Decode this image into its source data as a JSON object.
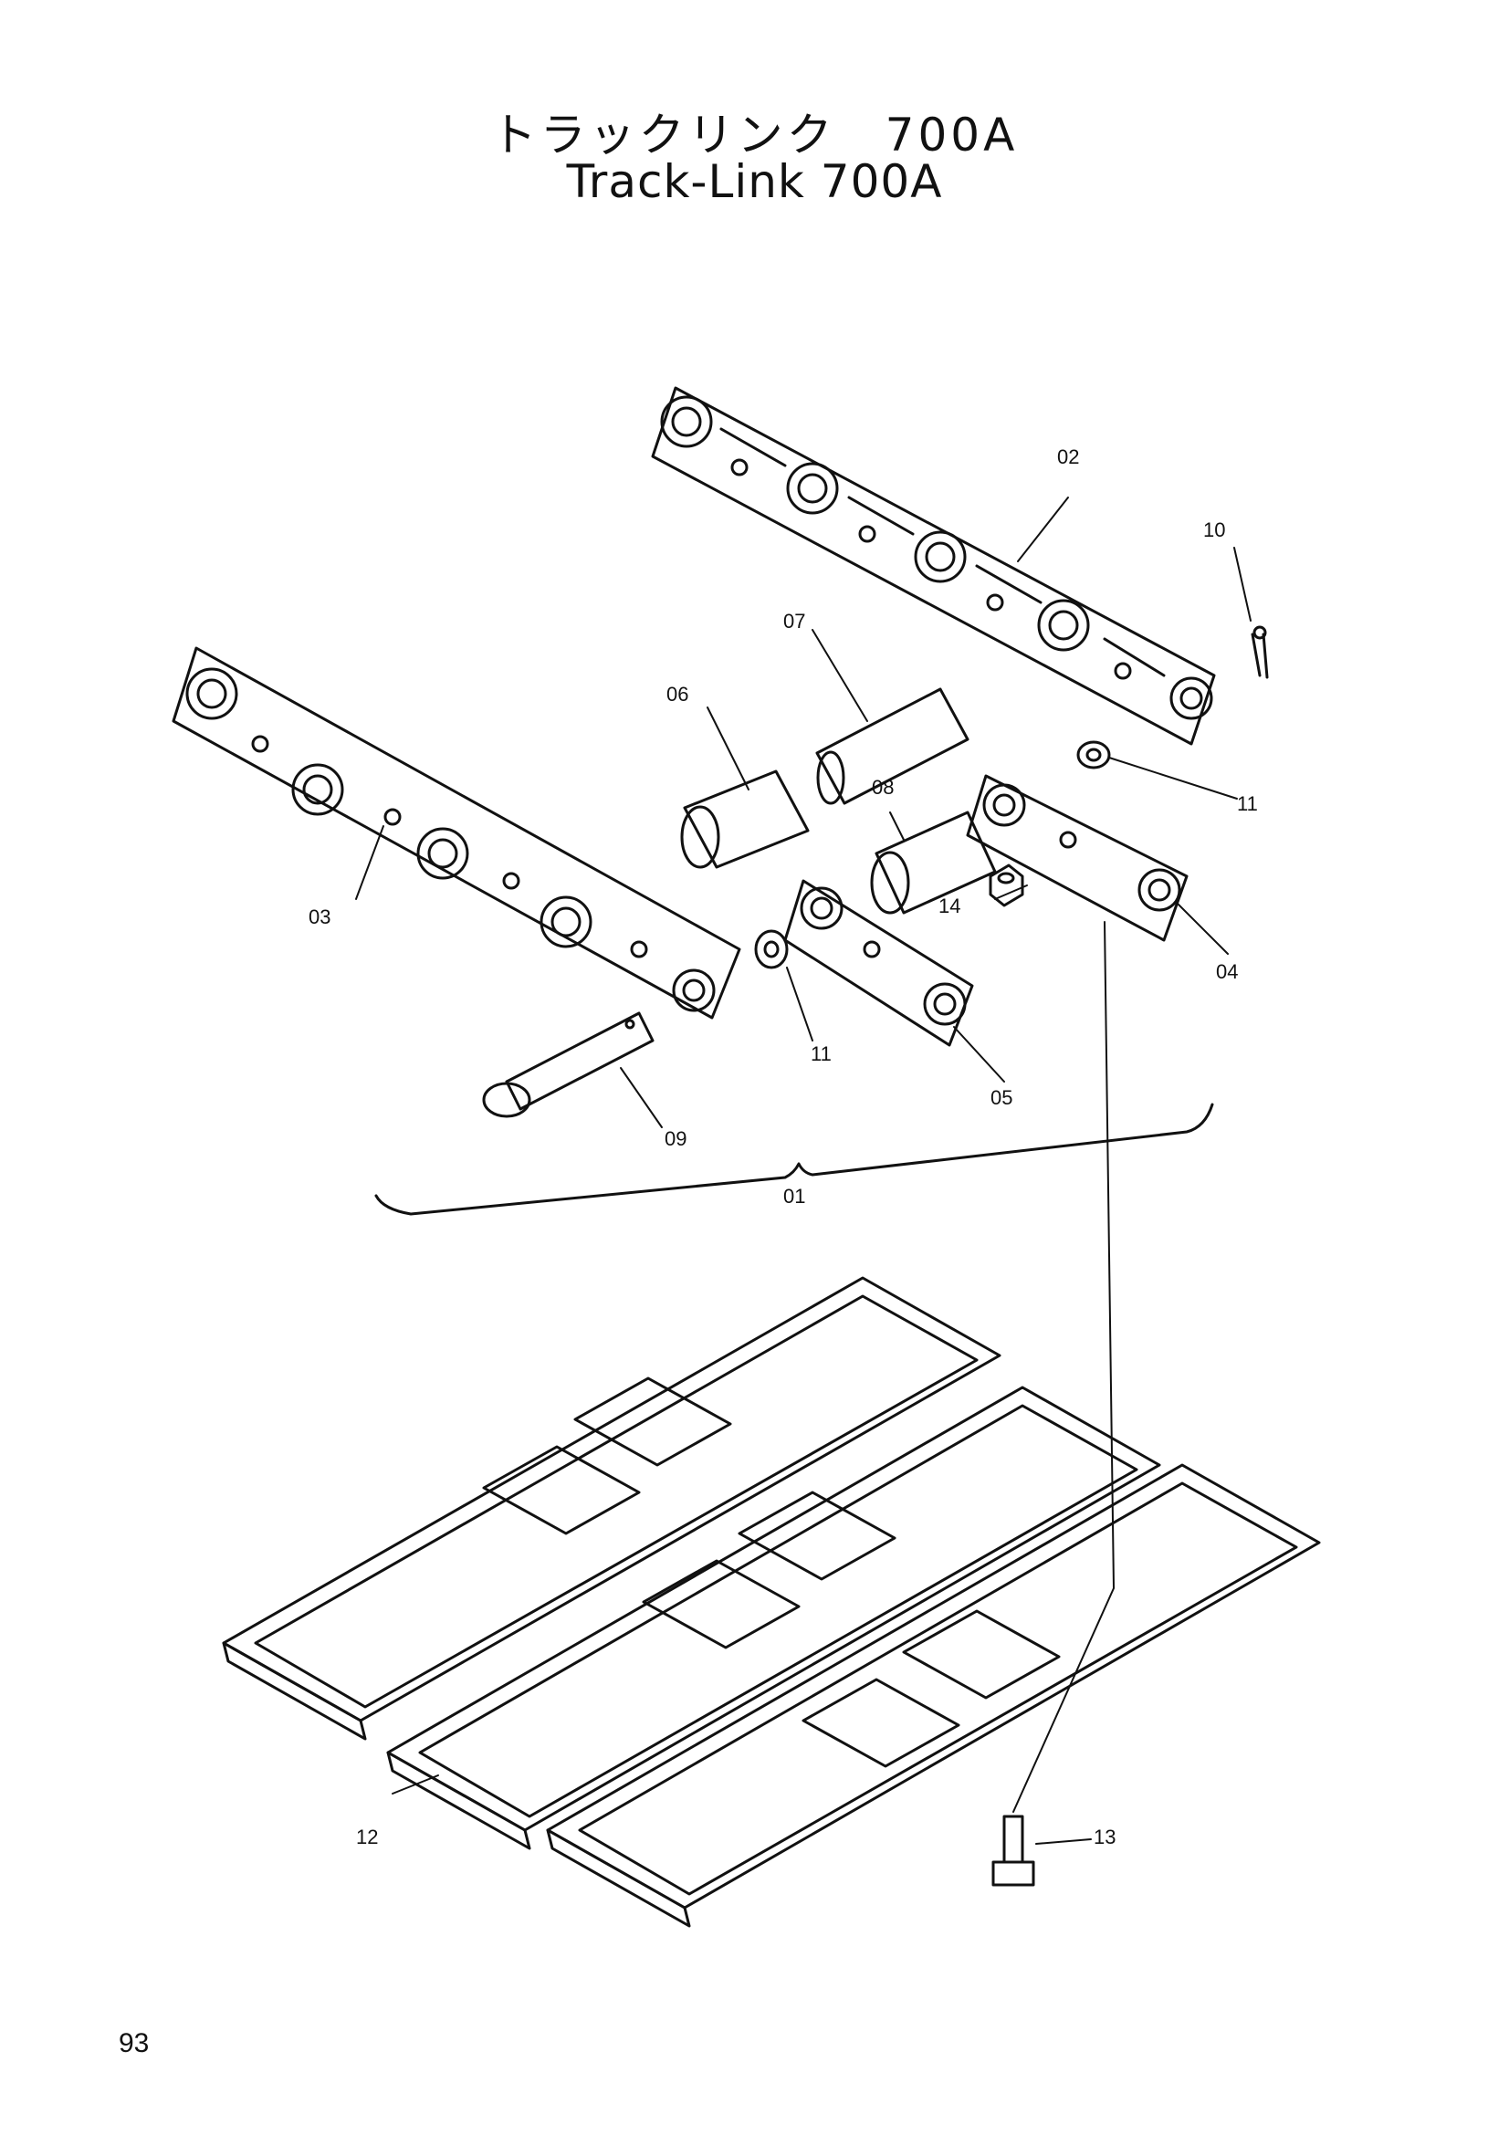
{
  "title": {
    "japanese": "トラックリンク　700A",
    "english": "Track-Link 700A"
  },
  "page_number": "93",
  "callouts": [
    {
      "id": "02",
      "label": "02"
    },
    {
      "id": "10",
      "label": "10"
    },
    {
      "id": "07",
      "label": "07"
    },
    {
      "id": "06",
      "label": "06"
    },
    {
      "id": "08",
      "label": "08"
    },
    {
      "id": "11a",
      "label": "11"
    },
    {
      "id": "14",
      "label": "14"
    },
    {
      "id": "03",
      "label": "03"
    },
    {
      "id": "04",
      "label": "04"
    },
    {
      "id": "11b",
      "label": "11"
    },
    {
      "id": "05",
      "label": "05"
    },
    {
      "id": "09",
      "label": "09"
    },
    {
      "id": "01",
      "label": "01"
    },
    {
      "id": "12",
      "label": "12"
    },
    {
      "id": "13",
      "label": "13"
    }
  ]
}
